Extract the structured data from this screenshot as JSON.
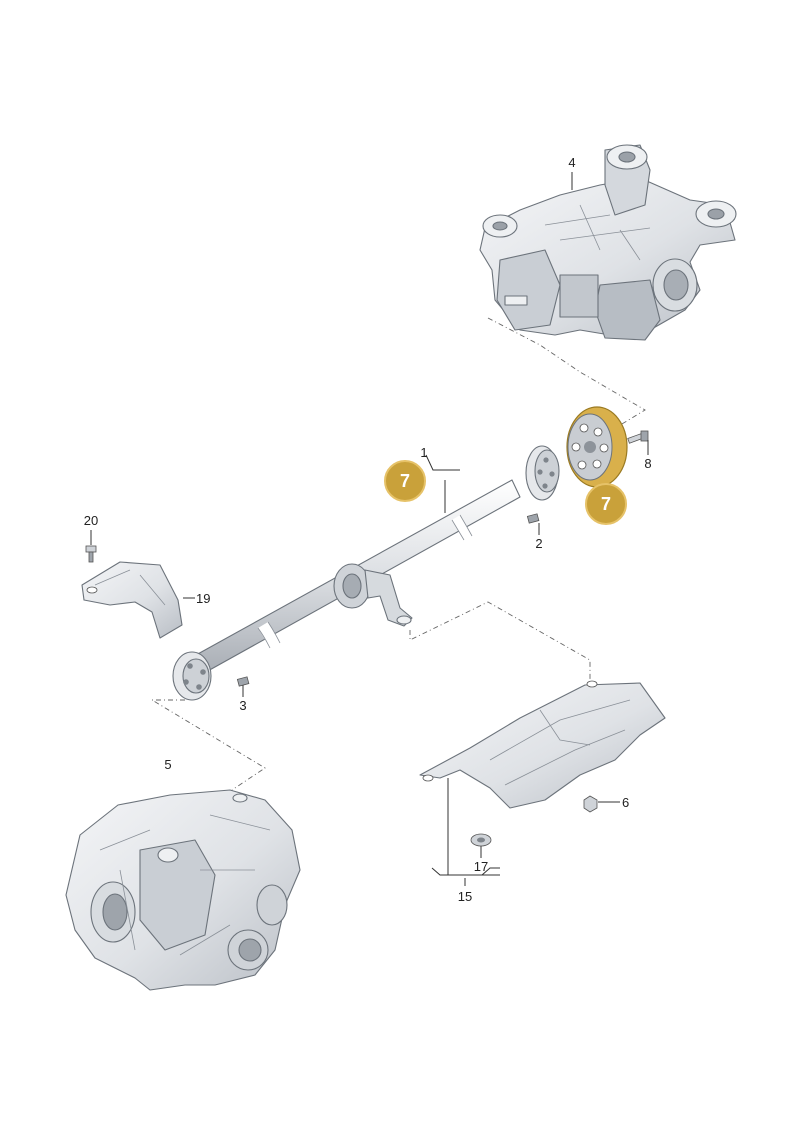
{
  "diagram": {
    "callouts": [
      {
        "id": "1",
        "text": "1"
      },
      {
        "id": "2",
        "text": "2"
      },
      {
        "id": "3",
        "text": "3"
      },
      {
        "id": "4",
        "text": "4"
      },
      {
        "id": "5",
        "text": "5"
      },
      {
        "id": "6",
        "text": "6"
      },
      {
        "id": "8",
        "text": "8"
      },
      {
        "id": "15",
        "text": "15"
      },
      {
        "id": "17",
        "text": "17"
      },
      {
        "id": "19",
        "text": "19"
      },
      {
        "id": "20",
        "text": "20"
      }
    ],
    "highlights": [
      {
        "id": "7a",
        "text": "7"
      },
      {
        "id": "7b",
        "text": "7"
      }
    ],
    "colors": {
      "highlight_fill": "#c9a13a",
      "highlight_ring": "#e6c268",
      "part_fill": "#e3e6ea",
      "part_shade": "#c4c9cf",
      "line": "#333333"
    }
  }
}
